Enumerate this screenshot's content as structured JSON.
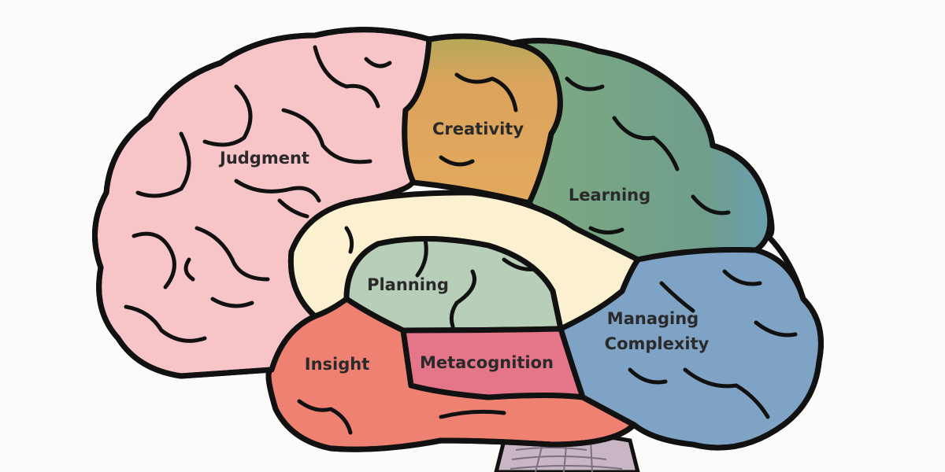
{
  "regions": [
    {
      "id": "judgment",
      "label": "Judgment",
      "color": "#f7c5c8"
    },
    {
      "id": "creativity",
      "label": "Creativity",
      "color": "#e2a95e"
    },
    {
      "id": "learning",
      "label": "Learning",
      "color": "#7eab80"
    },
    {
      "id": "planning",
      "label": "Planning",
      "color": "#b7cfb9"
    },
    {
      "id": "managing",
      "label_line1": "Managing",
      "label_line2": "Complexity",
      "color": "#7fa3c4"
    },
    {
      "id": "insight",
      "label": "Insight",
      "color": "#ef8172"
    },
    {
      "id": "metacognition",
      "label": "Metacognition",
      "color": "#e5768a"
    }
  ],
  "colors": {
    "band": "#fbf0cf",
    "stem": "#c9b6c4",
    "outline": "#111111",
    "background": "#fbfbf9"
  }
}
